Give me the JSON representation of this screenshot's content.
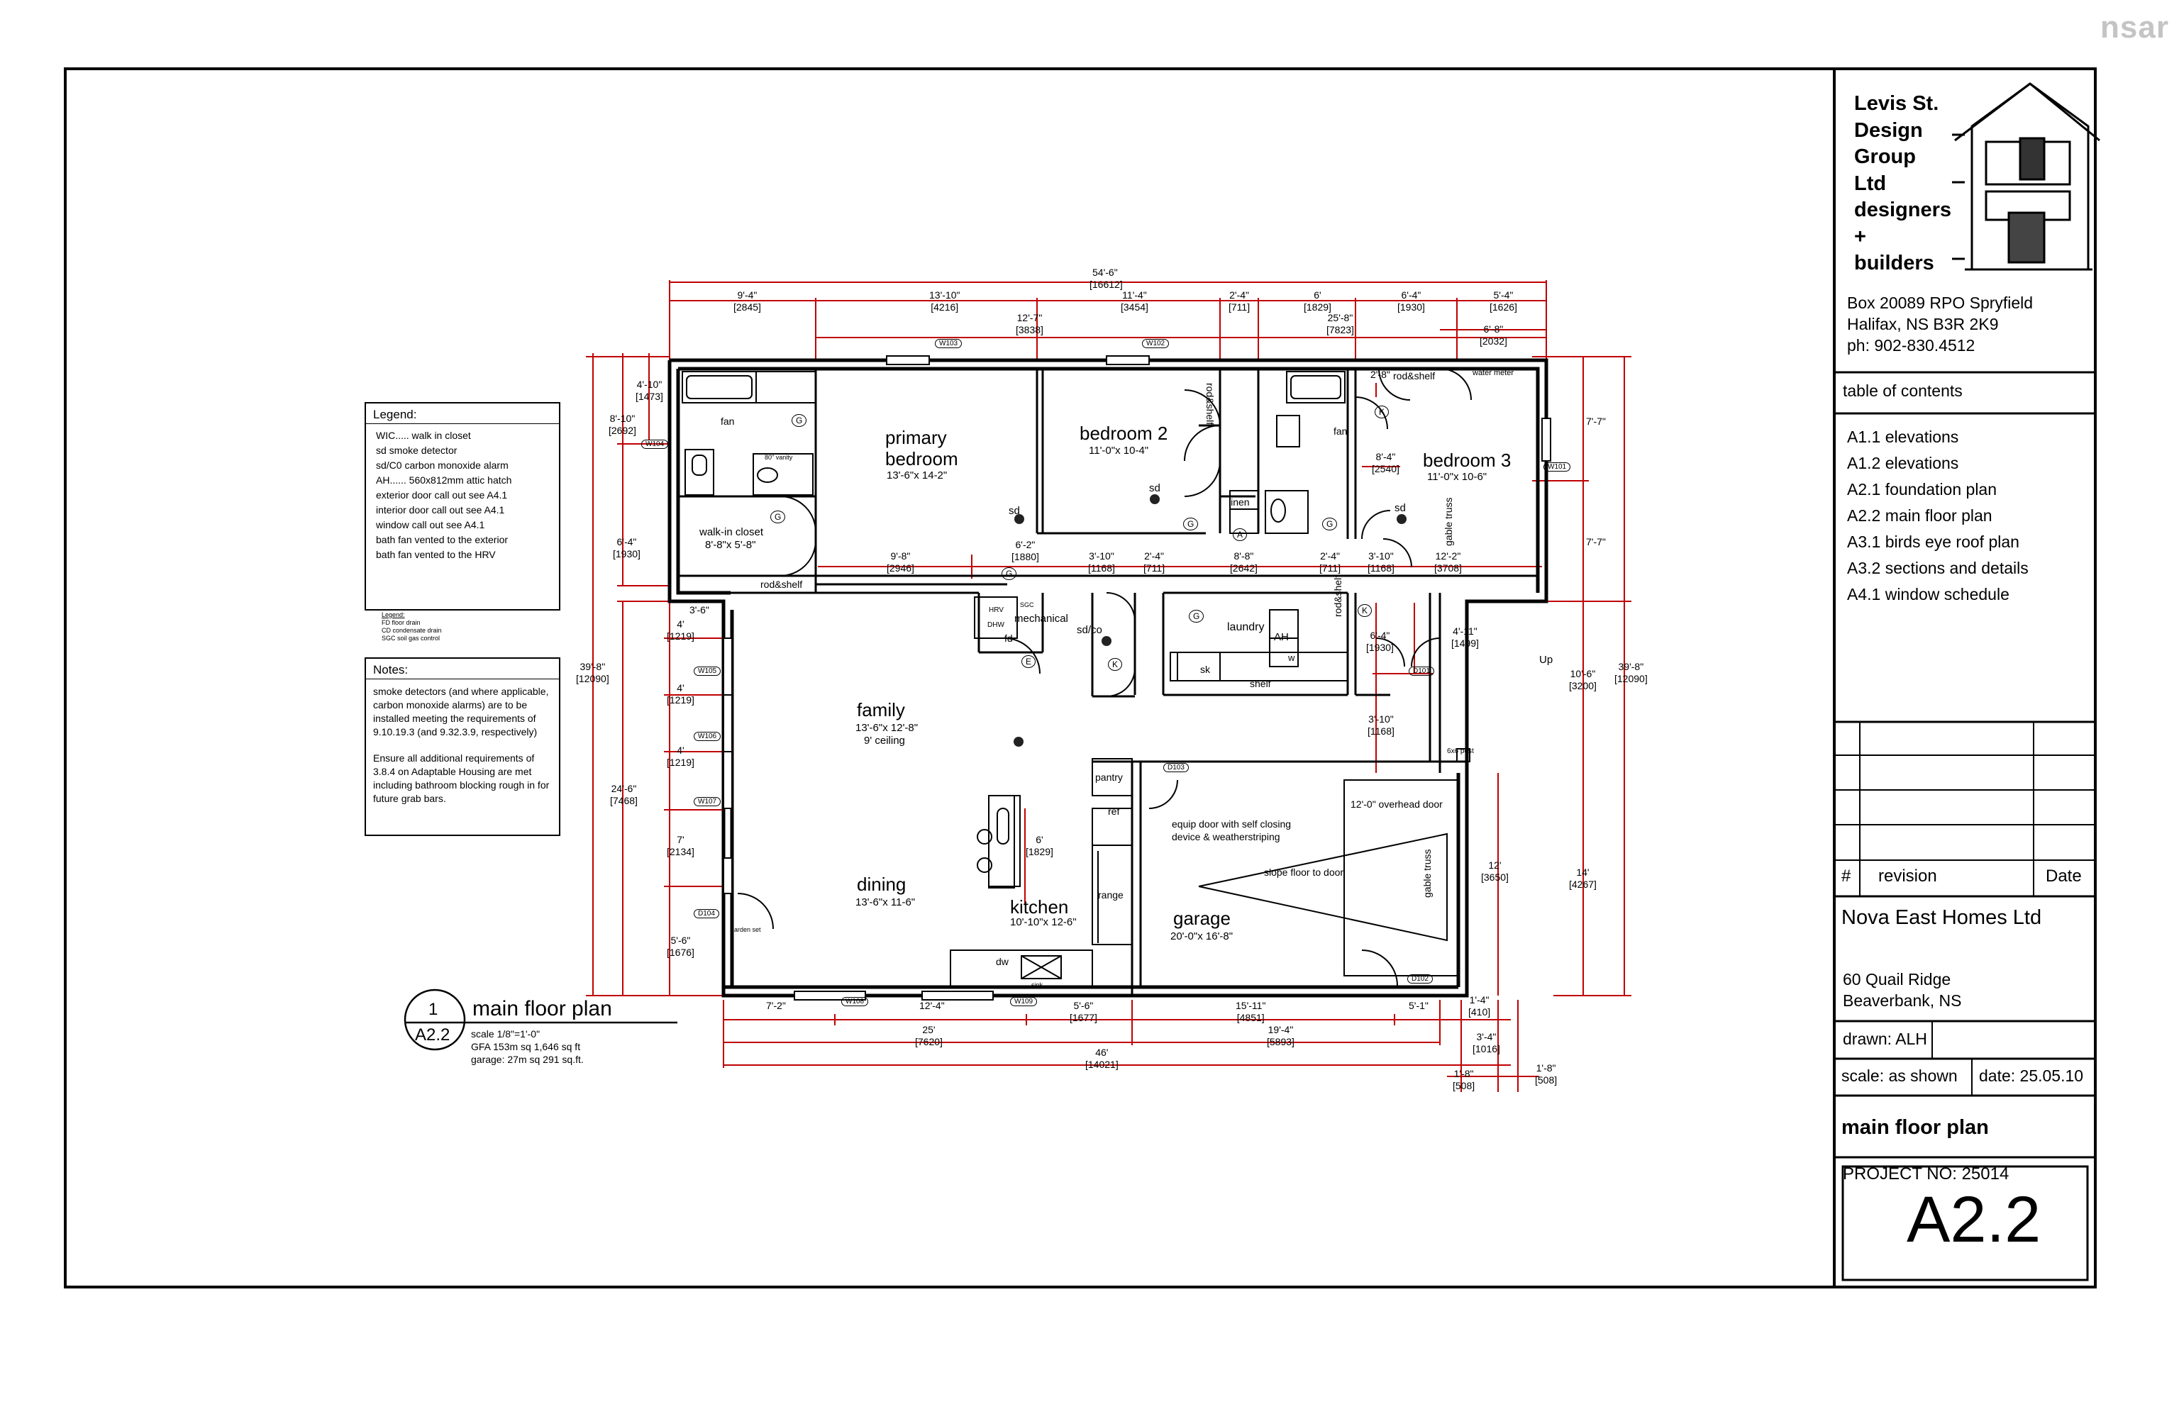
{
  "watermark": "nsar",
  "legend": {
    "title": "Legend:",
    "items": [
      "WIC..... walk in closet",
      "sd    smoke detector",
      "sd/C0    carbon monoxide alarm",
      "AH...... 560x812mm attic hatch",
      "exterior door call out see A4.1",
      "interior door call out see A4.1",
      "window call out see A4.1",
      "bath fan vented to the exterior",
      "bath fan vented to the HRV"
    ]
  },
  "small_legend": {
    "title": "Legend:",
    "items": [
      "FD floor drain",
      "CD condensate drain",
      "SGC soil gas control"
    ]
  },
  "notes": {
    "title": "Notes:",
    "paragraphs": [
      "smoke detectors (and where applicable, carbon monoxide alarms) are to be installed meeting the requirements of 9.10.19.3 (and 9.32.3.9, respectively)",
      "Ensure all additional requirements of 3.8.4 on Adaptable Housing are met including bathroom blocking rough in for future grab bars."
    ]
  },
  "rooms": {
    "primary_name": "primary",
    "primary_name2": "bedroom",
    "primary_dim": "13'-6\"x 14-2\"",
    "bedroom2_name": "bedroom 2",
    "bedroom2_dim": "11'-0\"x 10-4\"",
    "bedroom3_name": "bedroom 3",
    "bedroom3_dim": "11'-0\"x 10-6\"",
    "walkin_name": "walk-in closet",
    "walkin_dim": "8'-8\"x 5'-8\"",
    "family_name": "family",
    "family_dim": "13'-6\"x 12'-8\"",
    "family_ceiling": "9' ceiling",
    "dining_name": "dining",
    "dining_dim": "13'-6\"x 11-6\"",
    "kitchen_name": "kitchen",
    "kitchen_dim": "10'-10\"x 12-6\"",
    "garage_name": "garage",
    "garage_dim": "20'-0\"x 16'-8\"",
    "laundry": "laundry",
    "mechanical": "mechanical",
    "pantry": "pantry",
    "linen": "linen",
    "shelf": "shelf",
    "rod_shelf": "rod&shelf",
    "water_meter": "water meter",
    "overhead_door": "12'-0\" overhead door",
    "equip_door": "equip door with self closing",
    "equip_door2": "device & weatherstriping",
    "slope_floor": "slope floor to door",
    "gable_truss": "gable truss",
    "post": "6x6 post",
    "up": "Up",
    "fan": "fan",
    "vanity": "80\" vanity",
    "sd": "sd",
    "sdco": "sd/co",
    "fd": "fd",
    "ref": "ref",
    "range": "range",
    "dw": "dw",
    "sink": "sink",
    "sk": "sk",
    "ah": "AH",
    "w": "w",
    "hrv": "HRV",
    "dhw": "DHW",
    "sgc": "SGC",
    "garden": "garden set"
  },
  "dimensions": {
    "overall_top": "54'-6\"",
    "overall_top_mm": "[16612]",
    "top": [
      {
        "ft": "9'-4\"",
        "mm": "[2845]"
      },
      {
        "ft": "13'-10\"",
        "mm": "[4216]"
      },
      {
        "ft": "11'-4\"",
        "mm": "[3454]"
      },
      {
        "ft": "2'-4\"",
        "mm": "[711]"
      },
      {
        "ft": "6'",
        "mm": "[1829]"
      },
      {
        "ft": "6'-4\"",
        "mm": "[1930]"
      },
      {
        "ft": "5'-4\"",
        "mm": "[1626]"
      }
    ],
    "top2": [
      {
        "ft": "12'-7\"",
        "mm": "[3838]"
      },
      {
        "ft": "25'-8\"",
        "mm": "[7823]"
      },
      {
        "ft": "6'-8\"",
        "mm": "[2032]"
      }
    ],
    "left": [
      {
        "ft": "4'-10\"",
        "mm": "[1473]"
      },
      {
        "ft": "8'-10\"",
        "mm": "[2692]"
      },
      {
        "ft": "6'-4\"",
        "mm": "[1930]"
      },
      {
        "ft": "39'-8\"",
        "mm": "[12090]"
      },
      {
        "ft": "24'-6\"",
        "mm": "[7468]"
      },
      {
        "ft": "3'-6\"",
        "mm": ""
      },
      {
        "ft": "4'",
        "mm": "[1219]"
      },
      {
        "ft": "4'",
        "mm": "[1219]"
      },
      {
        "ft": "4'",
        "mm": "[1219]"
      },
      {
        "ft": "7'",
        "mm": "[2134]"
      },
      {
        "ft": "5'-6\"",
        "mm": "[1676]"
      }
    ],
    "right": [
      {
        "ft": "7'-7\"",
        "mm": ""
      },
      {
        "ft": "7'-7\"",
        "mm": ""
      },
      {
        "ft": "10'-6\"",
        "mm": "[3200]"
      },
      {
        "ft": "39'-8\"",
        "mm": "[12090]"
      },
      {
        "ft": "14'",
        "mm": "[4267]"
      },
      {
        "ft": "12'",
        "mm": "[3650]"
      }
    ],
    "bottom": [
      {
        "ft": "7'-2\"",
        "mm": ""
      },
      {
        "ft": "12'-4\"",
        "mm": ""
      },
      {
        "ft": "5'-6\"",
        "mm": "[1677]"
      },
      {
        "ft": "15'-11\"",
        "mm": "[4851]"
      },
      {
        "ft": "5'-1\"",
        "mm": ""
      },
      {
        "ft": "1'-4\"",
        "mm": "[410]"
      },
      {
        "ft": "25'",
        "mm": "[7620]"
      },
      {
        "ft": "19'-4\"",
        "mm": "[5893]"
      },
      {
        "ft": "3'-4\"",
        "mm": "[1016]"
      },
      {
        "ft": "46'",
        "mm": "[14021]"
      },
      {
        "ft": "1'-8\"",
        "mm": "[508]"
      },
      {
        "ft": "1'-8\"",
        "mm": "[508]"
      }
    ],
    "interior": [
      {
        "ft": "9'-8\"",
        "mm": "[2946]"
      },
      {
        "ft": "6'-2\"",
        "mm": "[1880]"
      },
      {
        "ft": "3'-10\"",
        "mm": "[1168]"
      },
      {
        "ft": "2'-4\"",
        "mm": "[711]"
      },
      {
        "ft": "8'-8\"",
        "mm": "[2642]"
      },
      {
        "ft": "2'-4\"",
        "mm": "[711]"
      },
      {
        "ft": "3'-10\"",
        "mm": "[1168]"
      },
      {
        "ft": "12'-2\"",
        "mm": "[3708]"
      },
      {
        "ft": "8'-4\"",
        "mm": "[2540]"
      },
      {
        "ft": "6'-4\"",
        "mm": "[1930]"
      },
      {
        "ft": "4'-11\"",
        "mm": "[1499]"
      },
      {
        "ft": "3'-10\"",
        "mm": "[1168]"
      },
      {
        "ft": "6'",
        "mm": "[1829]"
      },
      {
        "ft": "2'-8\"",
        "mm": ""
      }
    ]
  },
  "tags": {
    "w101": "W101",
    "w102": "W102",
    "w103": "W103",
    "w104": "W104",
    "w105": "W105",
    "w106": "W106",
    "w107": "W107",
    "w108": "W108",
    "w109": "W109",
    "d101": "D101",
    "d102": "D102",
    "d103": "D103",
    "d104": "D104",
    "g": "G",
    "a": "A",
    "k": "K",
    "e": "E"
  },
  "drawing_title": {
    "number": "1",
    "sheet": "A2.2",
    "name": "main floor plan",
    "scale": "scale 1/8\"=1'-0\"",
    "gfa": "GFA 153m sq 1,646 sq ft",
    "garage_area": "garage: 27m sq 291 sq.ft."
  },
  "title_block": {
    "company_lines": [
      "Levis St.",
      "Design",
      "Group",
      "Ltd",
      "designers",
      "+",
      "builders"
    ],
    "address_lines": [
      "Box 20089 RPO Spryfield",
      "Halifax, NS B3R 2K9",
      "ph: 902-830.4512"
    ],
    "toc_title": "table of contents",
    "toc": [
      "A1.1 elevations",
      "A1.2 elevations",
      "A2.1 foundation plan",
      "A2.2 main floor plan",
      "A3.1 birds eye roof plan",
      "A3.2 sections and details",
      "A4.1 window schedule"
    ],
    "rev_hash": "#",
    "rev_label": "revision",
    "rev_date": "Date",
    "client": "Nova East Homes Ltd",
    "site_lines": [
      "60 Quail Ridge",
      "Beaverbank, NS"
    ],
    "drawn": "drawn:  ALH",
    "scale": "scale: as shown",
    "date": "date: 25.05.10",
    "sheet_title": "main floor plan",
    "project_no": "PROJECT NO:  25014",
    "sheet_no": "A2.2"
  }
}
